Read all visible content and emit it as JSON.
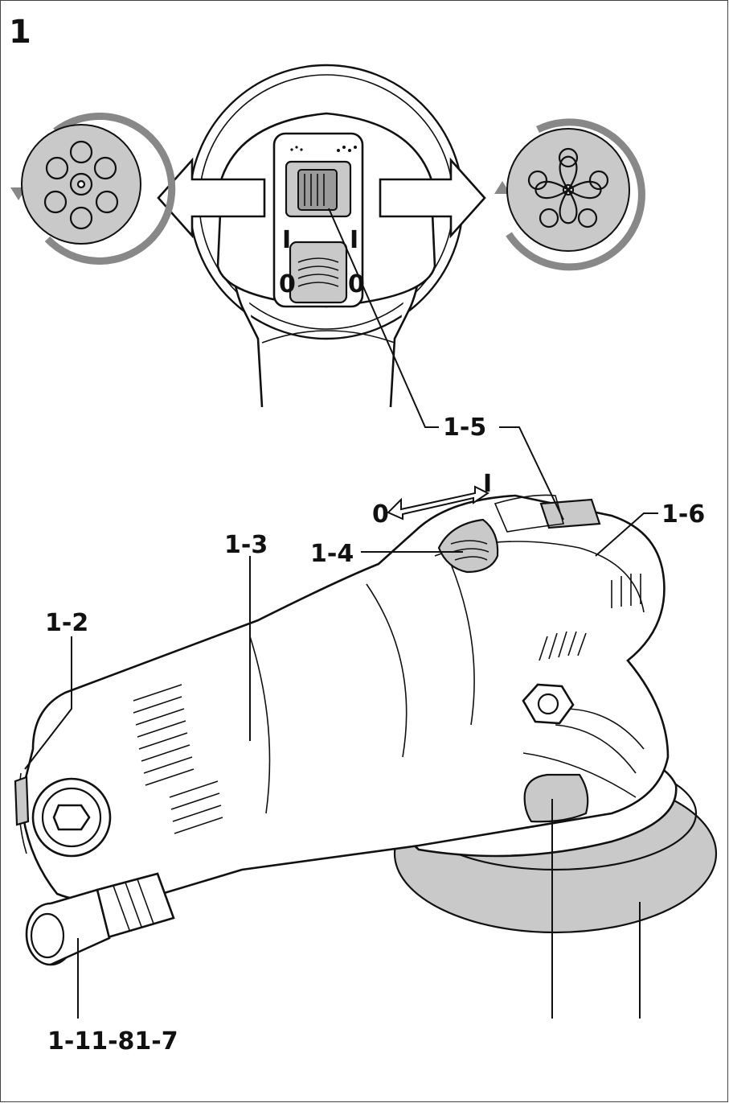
{
  "figure": {
    "number": "1",
    "switch_marks": {
      "on": "I",
      "off": "0"
    },
    "detail_view": {
      "left_mode_icon": "rotation-mode-icon",
      "right_mode_icon": "eccentric-mode-icon",
      "arrow_left_icon": "arrow-left-icon",
      "arrow_right_icon": "arrow-right-icon",
      "switch_marks": {
        "on_left": "I",
        "on_right": "I",
        "off_left": "0",
        "off_right": "0"
      }
    },
    "callouts": {
      "c1_2": "1-2",
      "c1_3": "1-3",
      "c1_4": "1-4",
      "c1_5": "1-5",
      "c1_6": "1-6",
      "c1_11_81_7": "1-11-81-7"
    },
    "colors": {
      "line": "#111111",
      "pad": "#c9c9c9",
      "paper": "#ffffff"
    }
  }
}
